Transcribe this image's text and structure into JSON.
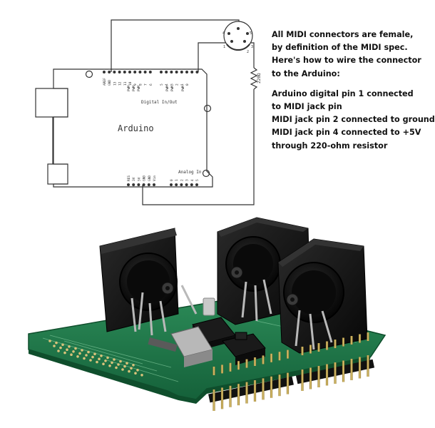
{
  "schematic": {
    "board_label": "Arduino",
    "digital_header_label": "Digital In/Out",
    "analog_header_label": "Analog In",
    "top_pin_labels": [
      "AREF",
      "GND",
      "13",
      "12",
      "11",
      "10",
      "9",
      "8",
      "7",
      "6",
      "5",
      "4",
      "3",
      "2",
      "1",
      "0"
    ],
    "pwm_label": "PWM",
    "bottom_pin_labels": [
      "RES",
      "3V",
      "5V",
      "GND",
      "GND",
      "Vin",
      "0",
      "1",
      "2",
      "3",
      "4",
      "5"
    ],
    "resistor_label": "220Ω",
    "midi_pin_labels": [
      "1",
      "2",
      "3",
      "4",
      "5"
    ]
  },
  "notes": {
    "paragraphs": [
      {
        "lines": [
          "All MIDI connectors are female,",
          "by definition of the MIDI spec.",
          "Here's how to wire the connector",
          "to the Arduino:"
        ]
      },
      {
        "lines": [
          "Arduino digital pin 1 connected",
          "to MIDI jack pin",
          "MIDI jack pin 2 connected to ground",
          "MIDI jack pin 4 connected to +5V",
          "through 220-ohm resistor"
        ]
      }
    ]
  },
  "colors": {
    "pcb": "#1f7a4a",
    "pcb_edge": "#0f4e2c",
    "jack_body": "#141414",
    "pin_gold": "#c8a54a",
    "line": "#333333"
  }
}
